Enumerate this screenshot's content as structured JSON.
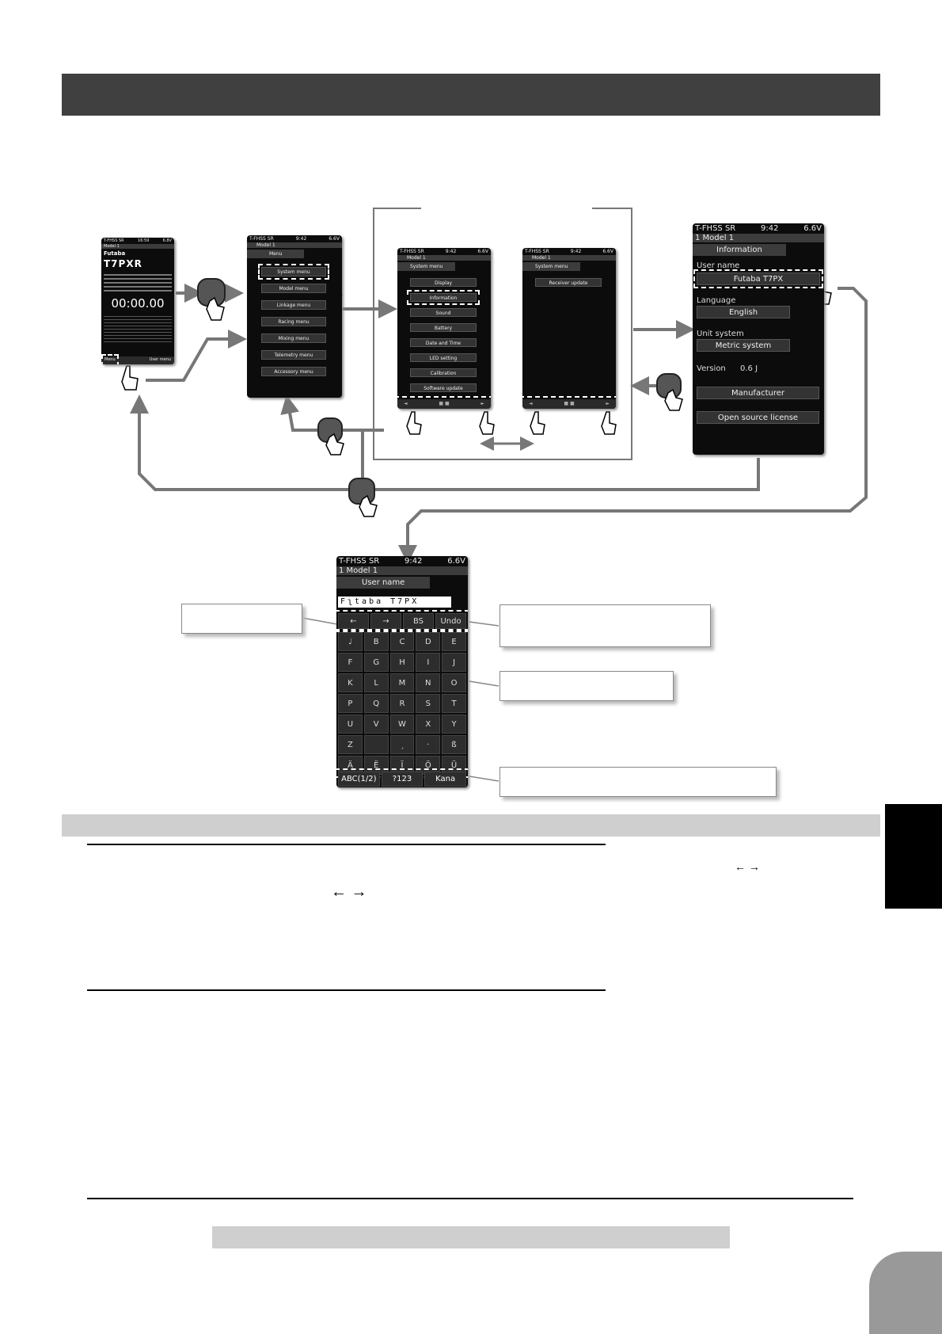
{
  "colors": {
    "header_bar": "#404040",
    "screen_bg": "#0c0c0c",
    "menu_button": "#333333",
    "gray_band": "#cfcfcf",
    "side_tab": "#000000"
  },
  "screen1": {
    "status_left": "T-FHSS SR",
    "status_time": "16:59",
    "status_batt": "6.8V",
    "model": "Model 1",
    "brand": "Futaba",
    "product": "T7PXR",
    "timer": "00:00.00",
    "softkey_left": "Menu",
    "softkey_right": "User menu"
  },
  "screen2": {
    "status_left": "T-FHSS SR",
    "status_time": "9:42",
    "status_batt": "6.6V",
    "model": "Model 1",
    "title": "Menu",
    "items": [
      "System menu",
      "Model menu",
      "Linkage menu",
      "Racing menu",
      "Mixing menu",
      "Telemetry menu",
      "Accessory menu"
    ]
  },
  "screen3": {
    "status_left": "T-FHSS SR",
    "status_time": "9:42",
    "status_batt": "6.6V",
    "model": "Model 1",
    "title": "System menu",
    "items": [
      "Display",
      "Information",
      "Sound",
      "Battery",
      "Date and Time",
      "LED setting",
      "Calibration",
      "Software update"
    ],
    "nav_left": "◄",
    "nav_mid": "■ ■",
    "nav_right": "►"
  },
  "screen4": {
    "status_left": "T-FHSS SR",
    "status_time": "9:42",
    "status_batt": "6.6V",
    "model": "Model 1",
    "title": "System menu",
    "items": [
      "Receiver update"
    ],
    "nav_left": "◄",
    "nav_mid": "■ ■",
    "nav_right": "►"
  },
  "screen5": {
    "status_left": "T-FHSS SR",
    "status_time": "9:42",
    "status_batt": "6.6V",
    "model": "1    Model 1",
    "title": "Information",
    "user_name_label": "User name",
    "user_name": "Futaba T7PX",
    "language_label": "Language",
    "language": "English",
    "unit_label": "Unit system",
    "unit": "Metric system",
    "version_label": "Version",
    "version": "0.6 J",
    "manufacturer": "Manufacturer",
    "license": "Open source license"
  },
  "keyboard": {
    "status_left": "T-FHSS SR",
    "status_time": "9:42",
    "status_batt": "6.6V",
    "model": "1    Model 1",
    "title": "User name",
    "input_value": "Fʅtaba  T7PX",
    "ops": [
      "←",
      "→",
      "BS",
      "Undo"
    ],
    "keys": [
      "♩",
      "B",
      "C",
      "D",
      "E",
      "F",
      "G",
      "H",
      "I",
      "J",
      "K",
      "L",
      "M",
      "N",
      "O",
      "P",
      "Q",
      "R",
      "S",
      "T",
      "U",
      "V",
      "W",
      "X",
      "Y",
      "Z",
      "",
      "ˏ",
      "·",
      "ß",
      "Ä",
      "Ë",
      "Ï",
      "Ö",
      "Ü"
    ],
    "modes": [
      "ABC(1/2)",
      "?123",
      "Kana"
    ]
  },
  "text_arrows": {
    "right_small": "←  →",
    "center": "←    →"
  }
}
